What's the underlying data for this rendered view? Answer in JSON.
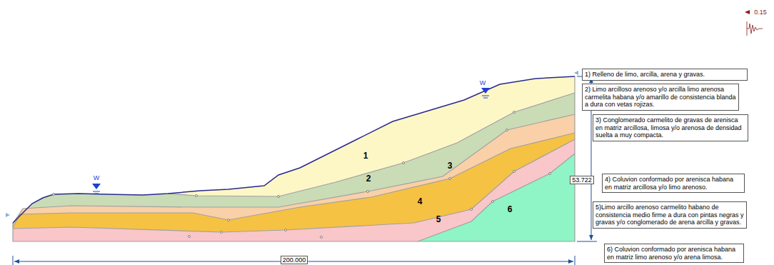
{
  "diagram": {
    "nodes": [
      {
        "text": [
          "1) Relleno de limo, arcilla, arena y gravas."
        ]
      },
      {
        "text": [
          "2) Limo arcilloso arenoso y/o arcilla limo arenosa carmelita habana y/o amarillo de consistencia blanda a dura con vetas rojizas."
        ]
      },
      {
        "text": [
          "3) Conglomerado carmelito de gravas de arenisca en matriz arcillosa, limosa y/o arenosa de densidad suelta a muy compacta."
        ]
      },
      {
        "text": [
          "4) Coluvion conformado por arenisca habana en matriz arcillosa y/o limo arenoso."
        ]
      },
      {
        "text": [
          "5)Limo arcillo arenoso carmelito habano de consistencia medio firme a dura con pintas negras y gravas y/o conglomerado de arena arcilla y gravas."
        ]
      },
      {
        "text": [
          "6) Coluvion conformado por arenisca habana en matriz limo arenoso y/o arena limosa."
        ]
      }
    ],
    "labels": [
      "1",
      "2",
      "3",
      "4",
      "5",
      "6",
      "W",
      "W",
      "53.722",
      "200.000",
      "0.15"
    ]
  }
}
